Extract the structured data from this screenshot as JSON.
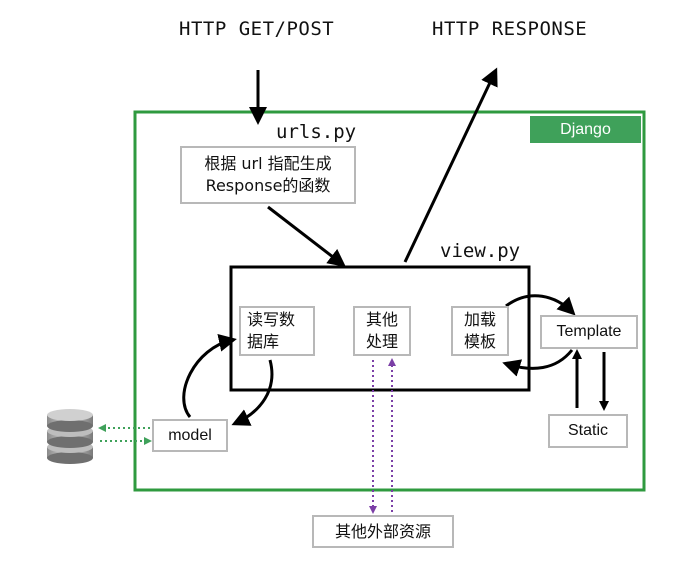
{
  "http": {
    "request": "HTTP GET/POST",
    "response": "HTTP RESPONSE"
  },
  "django": {
    "label": "Django"
  },
  "urls": {
    "filename": "urls.py",
    "desc_line1": "根据 url 指配生成",
    "desc_line2": "Response的函数"
  },
  "view": {
    "filename": "view.py",
    "rw_line1": "读写数",
    "rw_line2": "据库",
    "other_line1": "其他",
    "other_line2": "处理",
    "load_line1": "加载",
    "load_line2": "模板"
  },
  "template": {
    "label": "Template"
  },
  "static": {
    "label": "Static"
  },
  "model": {
    "label": "model"
  },
  "external": {
    "label": "其他外部资源"
  },
  "icons": [
    "database-icon"
  ],
  "colors": {
    "django_border": "#2f9a3f",
    "django_tag": "#3fa15a",
    "db_arrow": "#3fa15a",
    "external_arrow": "#7b3fa6",
    "box_border": "#b8b8b8"
  }
}
